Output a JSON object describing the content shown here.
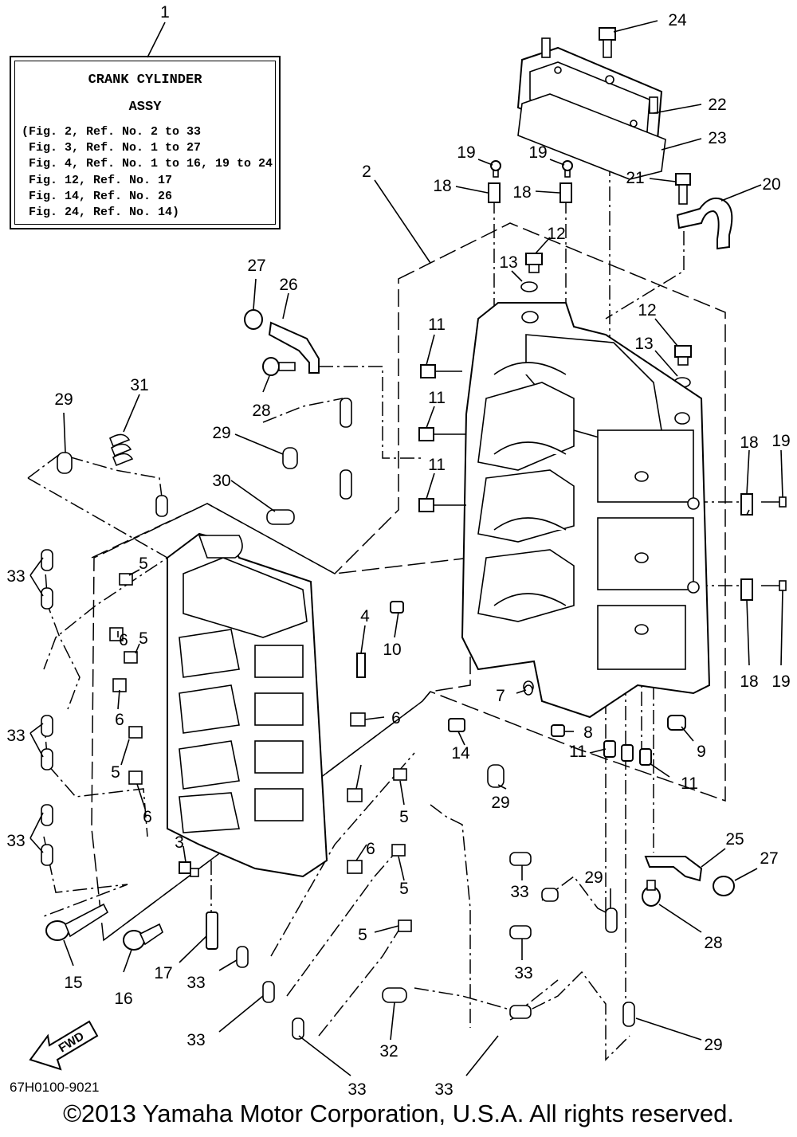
{
  "legend": {
    "ref": "1",
    "title_line1": "CRANK CYLINDER",
    "title_line2": "ASSY",
    "refs": [
      "(Fig. 2, Ref. No. 2 to 33",
      " Fig. 3, Ref. No. 1 to 27",
      " Fig. 4, Ref. No. 1 to 16, 19 to 24",
      " Fig. 12, Ref. No. 17",
      " Fig. 14, Ref. No. 26",
      " Fig. 24, Ref. No. 14)"
    ]
  },
  "callouts": [
    "24",
    "22",
    "23",
    "19",
    "19",
    "18",
    "18",
    "21",
    "20",
    "2",
    "12",
    "13",
    "12",
    "13",
    "27",
    "26",
    "11",
    "28",
    "11",
    "29",
    "31",
    "29",
    "11",
    "30",
    "18",
    "19",
    "5",
    "33",
    "10",
    "6",
    "5",
    "4",
    "18",
    "19",
    "6",
    "7",
    "33",
    "14",
    "8",
    "9",
    "11",
    "11",
    "6",
    "5",
    "29",
    "5",
    "33",
    "6",
    "5",
    "3",
    "6",
    "33",
    "25",
    "27",
    "29",
    "33",
    "15",
    "16",
    "17",
    "33",
    "28",
    "33",
    "33",
    "32",
    "29",
    "33",
    "33",
    "5"
  ],
  "fwd_label": "FWD",
  "part_code": "67H0100-9021",
  "copyright": "©2013 Yamaha Motor Corporation, U.S.A. All rights reserved.",
  "colors": {
    "ink": "#000000",
    "paper": "#ffffff"
  }
}
